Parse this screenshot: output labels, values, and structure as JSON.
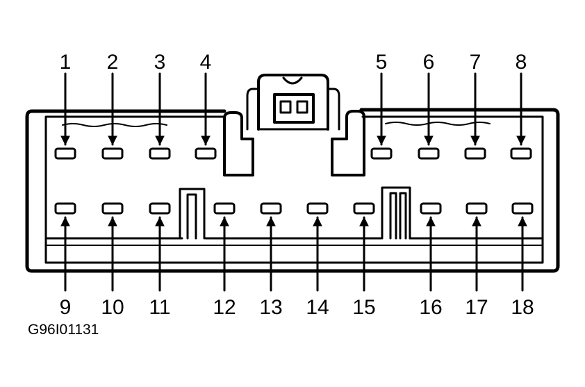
{
  "figure_code": "G96I01131",
  "top_row_pins": [
    "1",
    "2",
    "3",
    "4",
    "5",
    "6",
    "7",
    "8"
  ],
  "bottom_row_pins": [
    "9",
    "10",
    "11",
    "12",
    "13",
    "14",
    "15",
    "16",
    "17",
    "18"
  ],
  "colors": {
    "ink": "#000000",
    "paper": "#ffffff"
  }
}
